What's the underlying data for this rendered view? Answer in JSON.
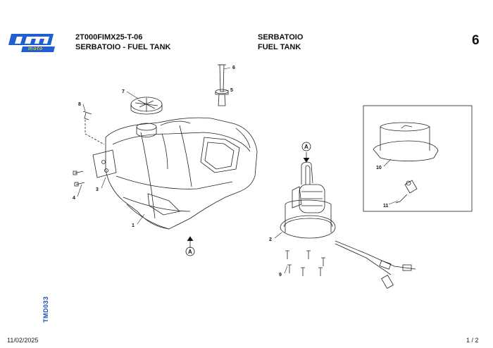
{
  "logo": {
    "brand": "tm",
    "sub": "moto",
    "primary_color": "#1f5fd0",
    "accent_color": "#f4c400"
  },
  "header": {
    "code": "2T000FIMX25-T-06",
    "title_it_en": "SERBATOIO - FUEL TANK",
    "title_it": "SERBATOIO",
    "title_en": "FUEL TANK",
    "page_number": "6"
  },
  "callouts": [
    "1",
    "2",
    "3",
    "4",
    "5",
    "6",
    "7",
    "8",
    "9",
    "10",
    "11"
  ],
  "reference": {
    "a1": "A",
    "a2": "A"
  },
  "footer": {
    "date": "11/02/2025",
    "page": "1 / 2",
    "vertical_code": "TMD033"
  }
}
